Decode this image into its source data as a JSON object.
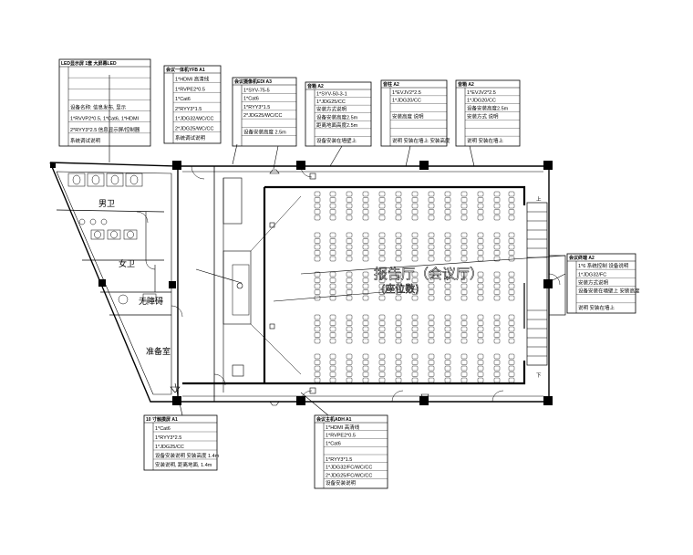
{
  "rooms": {
    "mens": "男卫",
    "womens": "女卫",
    "accessible": "无障碍",
    "prep": "准备室",
    "hall_line1": "报告厅（会议厅）",
    "hall_line2": "(座位数)"
  },
  "labels": {
    "stair_up": "上",
    "stair_down": "下"
  },
  "boxes": [
    {
      "id": "b1",
      "header": "LED显示屏   1套 大屏幕LED",
      "rows": [
        "",
        "",
        "",
        "设备名称: 信息发布, 显示",
        "1*RVVP2*0.5, 1*Cat6, 1*HDMI",
        "2*RYY3*2.5   信息显示屏/控制器",
        "系统调试说明"
      ]
    },
    {
      "id": "b2",
      "header": "会议一体机YFB   A1",
      "rows": [
        "1*HDMI 高清线",
        "1*RVPE2*0.5",
        "1*Cat6",
        "2*RYY3*1.5",
        "1*JDG32/WC/CC",
        "2*JDG25/WC/CC",
        "系统调试说明"
      ]
    },
    {
      "id": "b3",
      "header": "会议摄像机EDI   A3",
      "rows": [
        "1*SYV-75-5",
        "1*Cat6",
        "1*RYY3*1.5",
        "2*JDG25/WC/CC",
        "",
        "设备安装高度 2.5m",
        ""
      ]
    },
    {
      "id": "b4",
      "header": "音箱   A2",
      "rows": [
        "1*SYV-50-3-1",
        "1*JDG25/CC",
        "安装方式说明",
        "设备安装高度2.5m",
        "距离地面高度2.5m",
        "",
        "设备安装在墙壁上"
      ]
    },
    {
      "id": "b5",
      "header": "音柱   A2",
      "rows": [
        "1*EVJV2*2.5",
        "1*JDG20/CC",
        "",
        "安装高度 说明",
        "",
        "",
        "说明 安装在墙上 安装高度"
      ]
    },
    {
      "id": "b6",
      "header": "音箱   A2",
      "rows": [
        "1*EVJV2*2.5",
        "1*JDG20/CC",
        "设备安装高度2.5m",
        "安装方式 说明",
        "",
        "",
        "说明 安装在墙上"
      ]
    },
    {
      "id": "b7",
      "header": "会议终端   A2",
      "rows": [
        "1*6 系统控制 设备说明",
        "1*JDG32/FC",
        "安装方式说明",
        "设备安装在墙壁上 安装高度",
        "",
        "说明 安装在墙上"
      ]
    },
    {
      "id": "b8",
      "header": "10 寸触摸屏   A1",
      "rows": [
        "1*Cat6",
        "1*RYY3*2.5",
        "1*JDG25/CC",
        "设备安装说明 安装高度 1.4m",
        "安装说明, 距离地面, 1.4m"
      ]
    },
    {
      "id": "b9",
      "header": "会议主机ADH   A1",
      "rows": [
        "1*HDMI 高清线",
        "1*RVPE2*0.5",
        "1*Cat6",
        "",
        "1*RYY3*1.5",
        "1*JDG32/FC/WC/CC",
        "2*JDG25/FC/WC/CC",
        "设备安装说明"
      ]
    }
  ]
}
